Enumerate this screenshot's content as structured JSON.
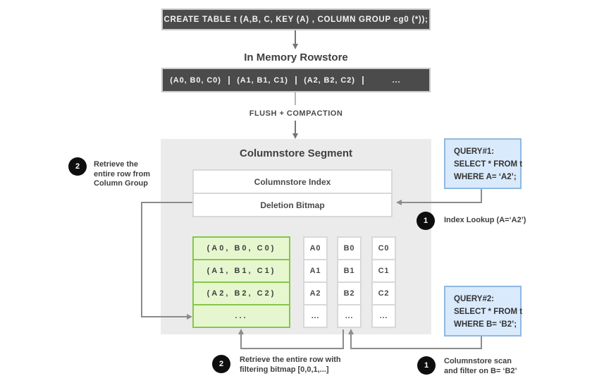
{
  "diagram": {
    "create_table_sql": "CREATE TABLE  t (A,B, C, KEY (A) , COLUMN GROUP cg0 (*));",
    "rowstore": {
      "title": "In Memory Rowstore",
      "cells": [
        "(A0, B0, C0)",
        "(A1, B1, C1)",
        "(A2, B2, C2)",
        "..."
      ]
    },
    "flush_label": "FLUSH + COMPACTION",
    "segment": {
      "title": "Columnstore Segment",
      "index_label": "Columnstore Index",
      "bitmap_label": "Deletion Bitmap",
      "column_group_rows": [
        "(A0, B0, C0)",
        "(A1, B1, C1)",
        "(A2, B2, C2)",
        "..."
      ],
      "columns": [
        {
          "cells": [
            "A0",
            "A1",
            "A2",
            "..."
          ]
        },
        {
          "cells": [
            "B0",
            "B1",
            "B2",
            "..."
          ]
        },
        {
          "cells": [
            "C0",
            "C1",
            "C2",
            "..."
          ]
        }
      ]
    },
    "query1": {
      "lines": [
        "QUERY#1:",
        "SELECT * FROM t",
        "WHERE A= ‘A2’;"
      ]
    },
    "query2": {
      "lines": [
        "QUERY#2:",
        "SELECT * FROM t",
        "WHERE B= ‘B2’;"
      ]
    },
    "steps": {
      "index_lookup": {
        "num": "1",
        "lines": [
          "Index Lookup (A=‘A2’)"
        ]
      },
      "retrieve_group": {
        "num": "2",
        "lines": [
          "Retrieve the",
          "entire row from",
          "Column Group"
        ]
      },
      "scan_filter": {
        "num": "1",
        "lines": [
          "Columnstore scan",
          "and filter on B= ‘B2’"
        ]
      },
      "retrieve_bitmap": {
        "num": "2",
        "lines": [
          "Retrieve the entire row with",
          "filtering bitmap [0,0,1,...]"
        ]
      }
    },
    "colors": {
      "dark_box": "#4b4b4b",
      "segment_bg": "#ebebeb",
      "green_fill": "#e6f7cf",
      "green_border": "#87c748",
      "blue_fill": "#d9eafc",
      "blue_border": "#8fb8e0",
      "circle": "#0e0e0e",
      "connector": "#8c8c8c"
    }
  }
}
